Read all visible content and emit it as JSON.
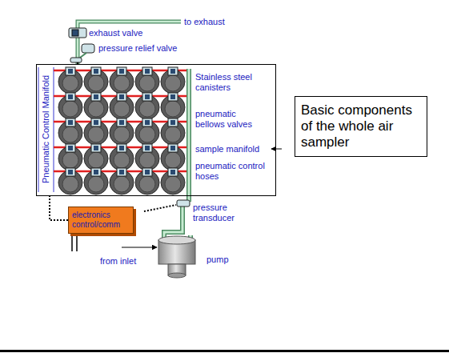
{
  "diagram": {
    "nodes": [
      {
        "text": [
          "Pneumatic Control Manifold"
        ]
      },
      {
        "text": [
          "electronics control/comm"
        ]
      },
      {
        "text": [
          "Basic components of the whole air sampler"
        ]
      }
    ],
    "edges": [
      {
        "from": 1,
        "to": 0,
        "arrow": "none"
      }
    ],
    "labels": [
      "to exhaust",
      "exhaust valve",
      "pressure relief valve",
      "Stainless steel canisters",
      "pneumatic bellows valves",
      "sample manifold",
      "pneumatic control hoses",
      "pressure transducer",
      "from inlet",
      "pump"
    ]
  }
}
